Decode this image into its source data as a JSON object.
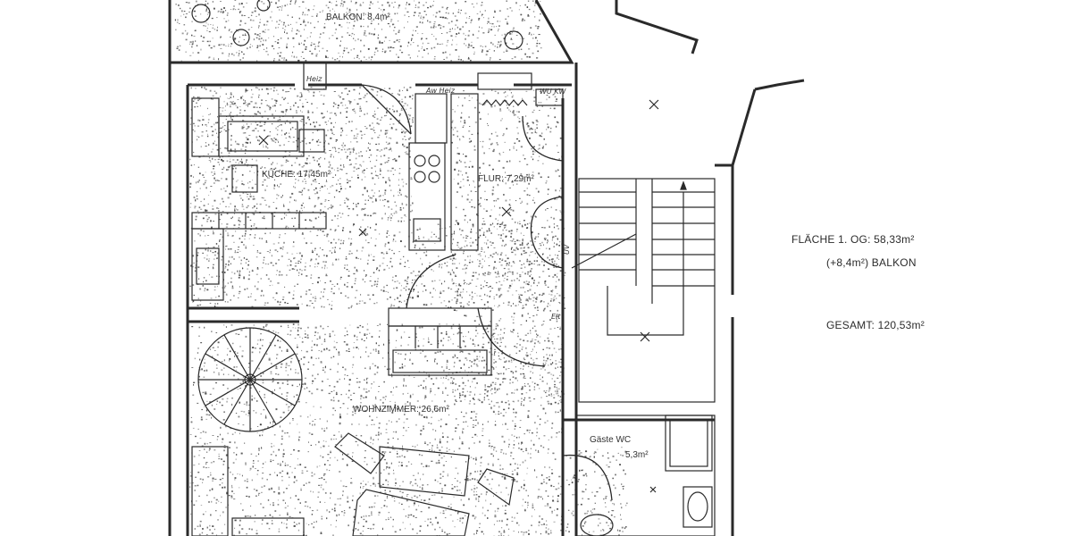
{
  "rooms": {
    "balkon": "BALKON: 8,4m²",
    "kueche": "KÜCHE: 17,45m²",
    "flur": "FLUR: 7,29m²",
    "wohnzimmer": "WOHNZIMMER: 26,6m²",
    "gaeste_wc_name": "Gäste WC",
    "gaeste_wc_area": "5,3m²"
  },
  "fixture_labels": {
    "heiz": "Heiz",
    "aw_heiz": "Aw Heiz",
    "wu_kw": "WU KW",
    "uv": "UV",
    "elt": "Elt"
  },
  "summary": {
    "flaeche": "FLÄCHE 1. OG: 58,33m²",
    "balkon_extra": "(+8,4m²) BALKON",
    "gesamt": "GESAMT: 120,53m²"
  },
  "colors": {
    "ink": "#2a2a2a",
    "paper": "#ffffff",
    "stipple": "#3a3a3a"
  }
}
